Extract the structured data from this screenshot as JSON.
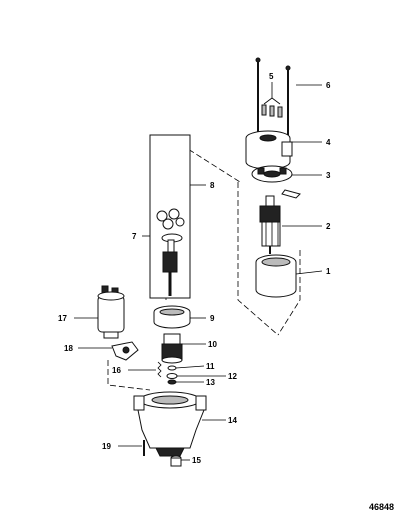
{
  "callouts": [
    {
      "id": "1",
      "label": "1"
    },
    {
      "id": "2",
      "label": "2"
    },
    {
      "id": "3",
      "label": "3"
    },
    {
      "id": "4",
      "label": "4"
    },
    {
      "id": "5",
      "label": "5"
    },
    {
      "id": "6",
      "label": "6"
    },
    {
      "id": "7",
      "label": "7"
    },
    {
      "id": "8",
      "label": "8"
    },
    {
      "id": "9",
      "label": "9"
    },
    {
      "id": "10",
      "label": "10"
    },
    {
      "id": "11",
      "label": "11"
    },
    {
      "id": "12",
      "label": "12"
    },
    {
      "id": "13",
      "label": "13"
    },
    {
      "id": "14",
      "label": "14"
    },
    {
      "id": "15",
      "label": "15"
    },
    {
      "id": "16",
      "label": "16"
    },
    {
      "id": "17",
      "label": "17"
    },
    {
      "id": "18",
      "label": "18"
    },
    {
      "id": "19",
      "label": "19"
    }
  ],
  "document_number": "46848"
}
